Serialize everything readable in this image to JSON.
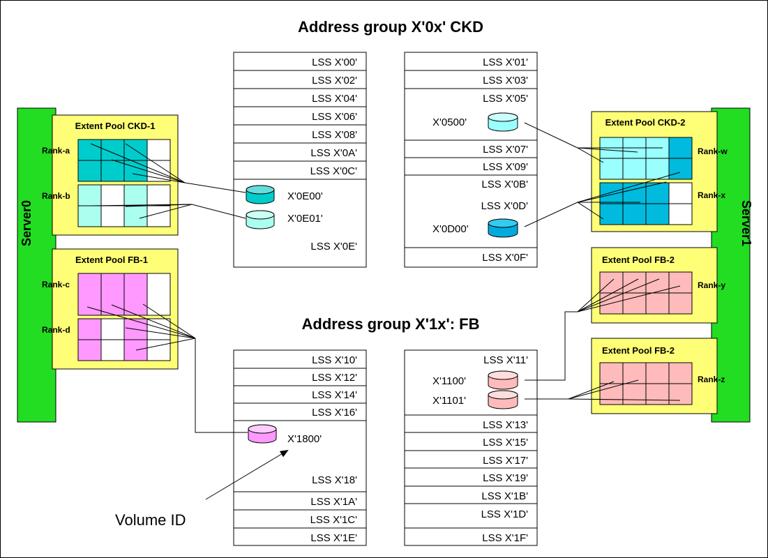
{
  "titles": {
    "ckd": "Address group X'0x' CKD",
    "fb": "Address group X'1x': FB"
  },
  "servers": {
    "left": "Server0",
    "right": "Server1"
  },
  "colors": {
    "server": "#22dd22",
    "pool": "#ffff77",
    "ckd1": "#00cccc",
    "ckd1_light": "#aaffee",
    "ckd2": "#00bbdd",
    "ckd2_light": "#99ffff",
    "fb1": "#ff99ff",
    "fb2": "#ffbbbb"
  },
  "pools": {
    "ckd1": {
      "title": "Extent Pool CKD-1",
      "ranks": [
        "Rank-a",
        "Rank-b"
      ]
    },
    "fb1": {
      "title": "Extent Pool FB-1",
      "ranks": [
        "Rank-c",
        "Rank-d"
      ]
    },
    "ckd2": {
      "title": "Extent Pool CKD-2",
      "ranks": [
        "Rank-w",
        "Rank-x"
      ]
    },
    "fb2a": {
      "title": "Extent Pool FB-2",
      "ranks": [
        "Rank-y"
      ]
    },
    "fb2b": {
      "title": "Extent Pool FB-2",
      "ranks": [
        "Rank-z"
      ]
    }
  },
  "lss": {
    "ckd_left": [
      "LSS X'00'",
      "LSS X'02'",
      "LSS X'04'",
      "LSS X'06'",
      "LSS X'08'",
      "LSS X'0A'",
      "LSS X'0C'",
      "LSS X'0E'"
    ],
    "ckd_right": [
      "LSS X'01'",
      "LSS X'03'",
      "LSS X'05'",
      "LSS X'07'",
      "LSS X'09'",
      "LSS X'0B'",
      "LSS X'0D'",
      "LSS X'0F'"
    ],
    "fb_left": [
      "LSS X'10'",
      "LSS X'12'",
      "LSS X'14'",
      "LSS X'16'",
      "LSS X'18'",
      "LSS X'1A'",
      "LSS X'1C'",
      "LSS X'1E'"
    ],
    "fb_right": [
      "LSS X'11'",
      "LSS X'13'",
      "LSS X'15'",
      "LSS X'17'",
      "LSS X'19'",
      "LSS X'1B'",
      "LSS X'1D'",
      "LSS X'1F'"
    ]
  },
  "volumes": {
    "v0E00": "X'0E00'",
    "v0E01": "X'0E01'",
    "v0500": "X'0500'",
    "v0D00": "X'0D00'",
    "v1100": "X'1100'",
    "v1101": "X'1101'",
    "v1800": "X'1800'"
  },
  "callout": "Volume ID"
}
